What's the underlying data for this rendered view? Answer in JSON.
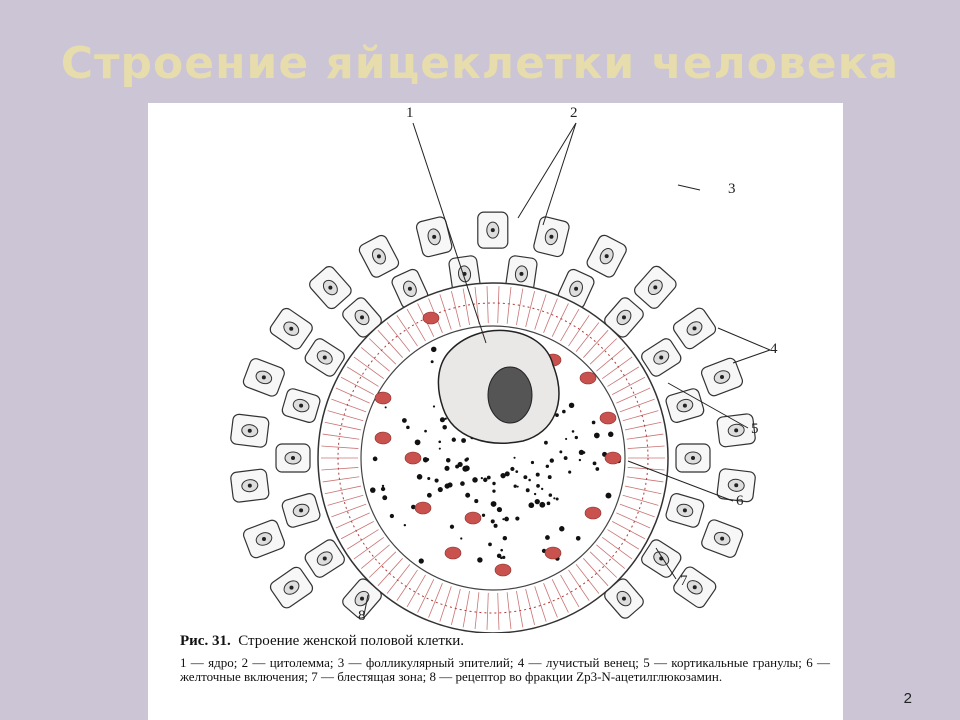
{
  "slide": {
    "title": "Строение яйцеклетки человека",
    "page_number": "2"
  },
  "figure": {
    "callouts": [
      "1",
      "2",
      "3",
      "4",
      "5",
      "6",
      "7",
      "8"
    ],
    "caption_label": "Рис. 31.",
    "caption_title": "Строение женской половой клетки.",
    "caption_legend": "1 — ядро; 2 — цитолемма; 3 — фолликулярный эпителий; 4 — лучистый венец; 5 — кортикальные гранулы; 6 — желточные включения; 7 — блестящая зона; 8 — рецептор во фракции Zp3-N-ацетилглюкозамин."
  },
  "colors": {
    "background": "#cbc5d6",
    "title": "#e6dcac",
    "granule": "#c9524e",
    "stripe": "#b33a3a"
  }
}
